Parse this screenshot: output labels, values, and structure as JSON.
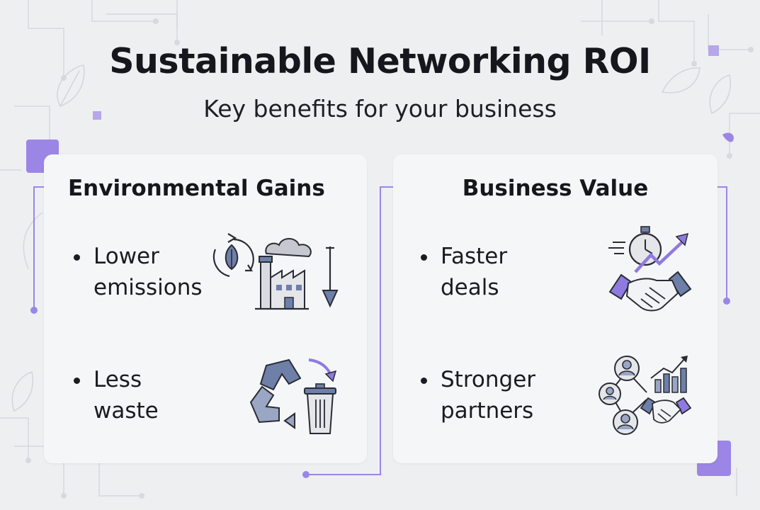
{
  "header": {
    "title": "Sustainable Networking ROI",
    "subtitle": "Key benefits for your business"
  },
  "cards": [
    {
      "title": "Environmental Gains",
      "items": [
        {
          "line1": "Lower",
          "line2": "emissions",
          "icon": "factory-leaf-icon"
        },
        {
          "line1": "Less",
          "line2": "waste",
          "icon": "recycle-bin-icon"
        }
      ]
    },
    {
      "title": "Business Value",
      "items": [
        {
          "line1": "Faster",
          "line2": "deals",
          "icon": "stopwatch-handshake-icon"
        },
        {
          "line1": "Stronger",
          "line2": "partners",
          "icon": "network-handshake-icon"
        }
      ]
    }
  ],
  "colors": {
    "accent": "#9b86e6",
    "icon_blue": "#6e7fa8",
    "icon_purple": "#8f7ae0",
    "card_bg": "#f5f6f8",
    "page_bg": "#eeeff1"
  }
}
